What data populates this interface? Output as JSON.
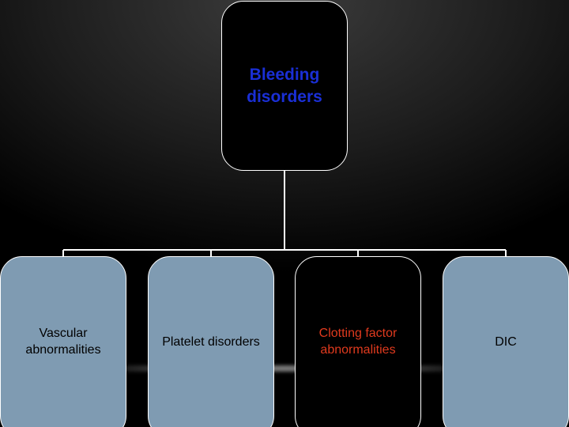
{
  "diagram": {
    "root": {
      "label": "Bleeding disorders",
      "text_color": "#1a2fd6",
      "fill": "#000000"
    },
    "children": [
      {
        "label": "Vascular abnormalities",
        "text_color": "#000000",
        "fill": "#7f9bb2"
      },
      {
        "label": "Platelet disorders",
        "text_color": "#000000",
        "fill": "#7f9bb2"
      },
      {
        "label": "Clotting factor abnormalities",
        "text_color": "#e03a1e",
        "fill": "#000000"
      },
      {
        "label": "DIC",
        "text_color": "#000000",
        "fill": "#7f9bb2"
      }
    ],
    "connector_color": "#ffffff"
  }
}
